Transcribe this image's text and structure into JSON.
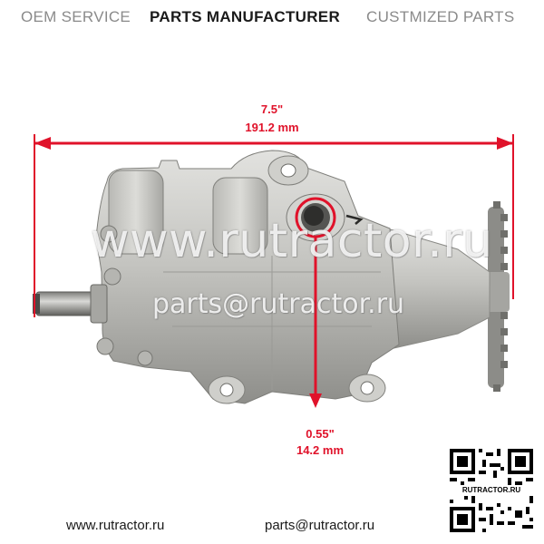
{
  "header": {
    "oem": "OEM SERVICE",
    "parts_manufacturer": "PARTS MANUFACTURER",
    "customized": "CUSTMIZED PARTS"
  },
  "dimensions": {
    "length_in": "7.5\"",
    "length_mm": "191.2 mm",
    "hole_in": "0.55\"",
    "hole_mm": "14.2 mm",
    "accent_color": "#e0122a"
  },
  "watermark": {
    "site": "www.rutractor.ru",
    "email": "parts@rutractor.ru"
  },
  "footer": {
    "website": "www.rutractor.ru",
    "email": "parts@rutractor.ru"
  },
  "qr": {
    "label": "RUTRACTOR.RU",
    "icon": "qr-code-icon"
  },
  "product": {
    "icon": "oil-pump-image"
  }
}
